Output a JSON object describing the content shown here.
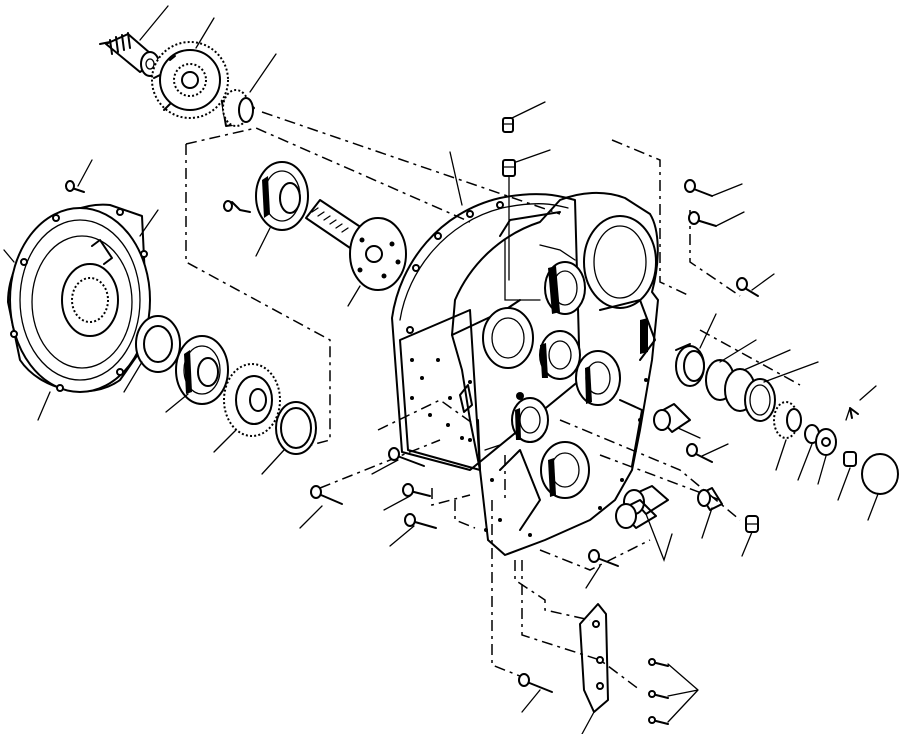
{
  "figure": {
    "description_visible_text": "",
    "stroke_color": "#000000",
    "background_color": "#ffffff"
  },
  "leaders": [
    {
      "name": "leader-pinion-shaft"
    },
    {
      "name": "leader-driven-gear"
    },
    {
      "name": "leader-bearing-cone"
    },
    {
      "name": "leader-plug-upper"
    },
    {
      "name": "leader-plug-lower"
    },
    {
      "name": "leader-housing-gasket"
    },
    {
      "name": "leader-cover-bolt"
    },
    {
      "name": "leader-oil-pump-cover"
    },
    {
      "name": "leader-cover-gasket"
    },
    {
      "name": "leader-oil-seal"
    },
    {
      "name": "leader-ball-bearing-left"
    },
    {
      "name": "leader-idler-gear"
    },
    {
      "name": "leader-snap-ring"
    },
    {
      "name": "leader-bearing-retainer"
    },
    {
      "name": "leader-splined-shaft"
    },
    {
      "name": "leader-pump-plate"
    },
    {
      "name": "leader-top-bolt-1"
    },
    {
      "name": "leader-top-bolt-2"
    },
    {
      "name": "leader-side-bolt"
    },
    {
      "name": "leader-bearing-cup"
    },
    {
      "name": "leader-o-rings"
    },
    {
      "name": "leader-tapered-bearing"
    },
    {
      "name": "leader-shim"
    },
    {
      "name": "leader-washer"
    },
    {
      "name": "leader-nut"
    },
    {
      "name": "leader-end-cap"
    },
    {
      "name": "leader-dowel-sleeve"
    },
    {
      "name": "leader-plug-bolt"
    },
    {
      "name": "leader-bushings"
    },
    {
      "name": "leader-spacer"
    },
    {
      "name": "leader-fitting"
    },
    {
      "name": "leader-lower-bolt"
    },
    {
      "name": "leader-bracket-bolt"
    },
    {
      "name": "leader-bracket"
    },
    {
      "name": "leader-screws"
    },
    {
      "name": "leader-front-bolt-1"
    },
    {
      "name": "leader-front-bolt-2"
    },
    {
      "name": "leader-front-bolt-3"
    },
    {
      "name": "leader-front-bolt-4"
    },
    {
      "name": "leader-front-bolt-5"
    },
    {
      "name": "leader-arrow-mark"
    }
  ]
}
